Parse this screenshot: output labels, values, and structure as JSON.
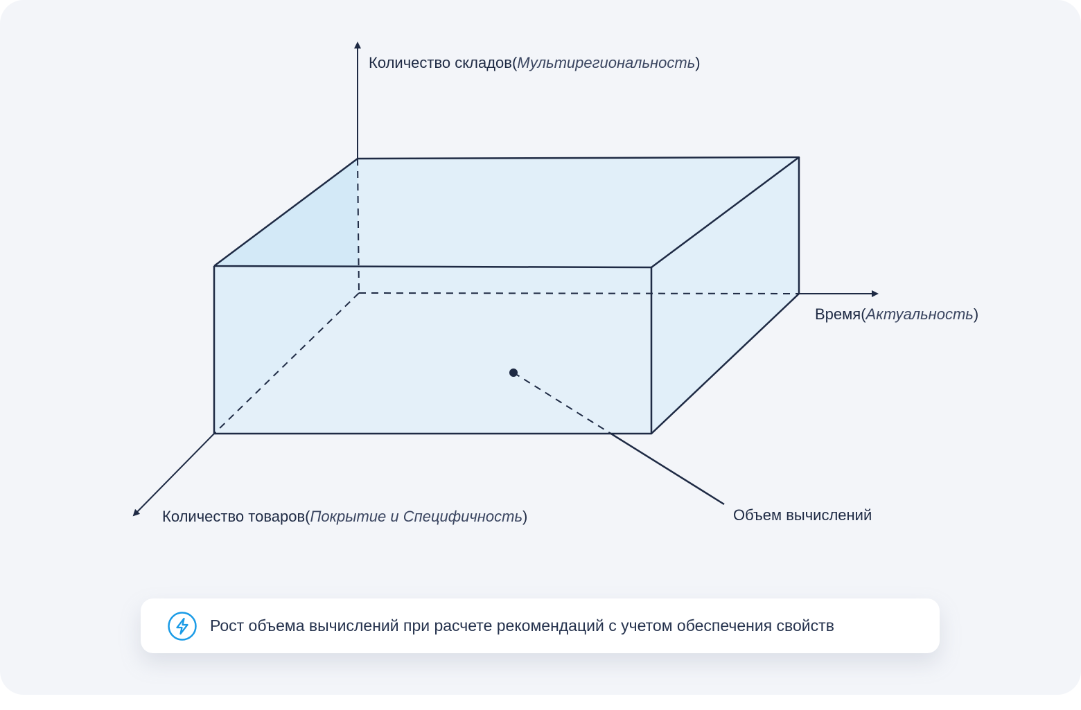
{
  "axes": {
    "vertical": {
      "label": "Количество складов",
      "label_italic": "Мультирегиональность"
    },
    "horizontal": {
      "label": "Время",
      "label_italic": "Актуальность"
    },
    "depth": {
      "label": "Количество товаров",
      "label_italic": "Покрытие и Специфичность"
    }
  },
  "callout": {
    "label": "Объем вычислений"
  },
  "caption": {
    "icon": "lightning-icon",
    "text": "Рост объема вычислений при расчете рекомендаций с учетом обеспечения свойств"
  },
  "colors": {
    "stroke": "#1e2a44",
    "face_side": "#d3e9f7",
    "face": "#e1eff9",
    "accent": "#1a9be6",
    "background": "#f3f5f9"
  }
}
